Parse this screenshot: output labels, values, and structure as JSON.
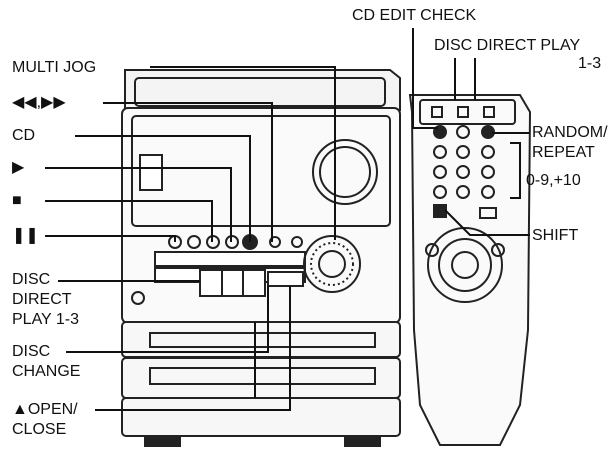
{
  "labels": {
    "cd_edit_check": "CD EDIT CHECK",
    "disc_direct_play_line1": "DISC DIRECT PLAY",
    "disc_direct_play_line2": "1-3",
    "multi_jog": "MULTI JOG",
    "rew_ff": "◀◀,▶▶",
    "cd": "CD",
    "play_symbol": "▶",
    "stop_symbol": "■",
    "pause_symbol": "❚❚",
    "random_repeat_line1": "RANDOM/",
    "random_repeat_line2": "REPEAT",
    "numbers": "0-9,+10",
    "shift": "SHIFT",
    "disc_direct_line1": "DISC",
    "disc_direct_line2": "DIRECT",
    "disc_direct_line3": "PLAY 1-3",
    "disc_change_line1": "DISC",
    "disc_change_line2": "CHANGE",
    "open_close_line1": "▲OPEN/",
    "open_close_line2": "CLOSE"
  }
}
